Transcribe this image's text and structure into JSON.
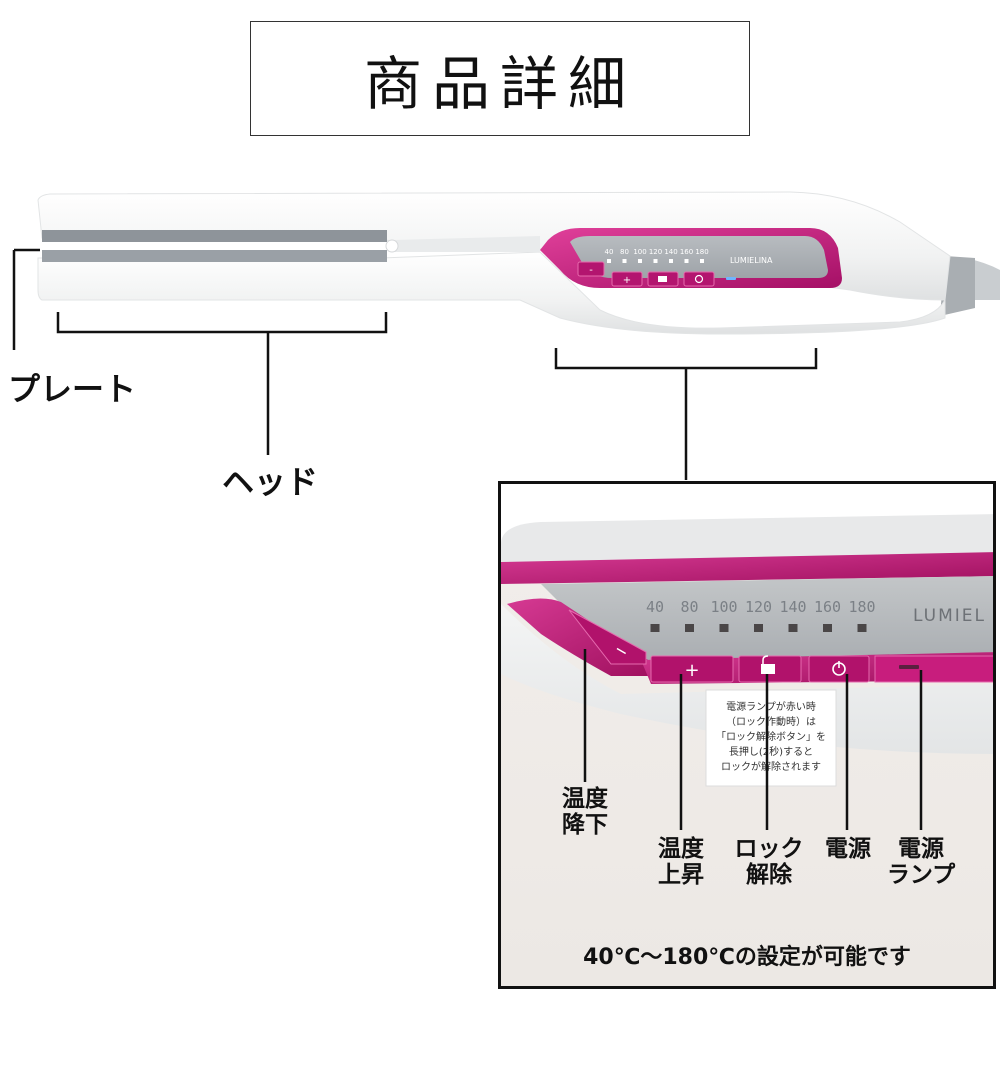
{
  "title": "商品詳細",
  "labels": {
    "plate": "プレート",
    "head": "ヘッド"
  },
  "device": {
    "brand": "LUMIELINA",
    "zoom_brand": "LUMIEL",
    "temperatures": [
      "40",
      "80",
      "100",
      "120",
      "140",
      "160",
      "180"
    ]
  },
  "zoom_sticker": [
    "電源ランプが赤い時",
    "（ロック作動時）は",
    "「ロック解除ボタン」を",
    "長押し(2秒)すると",
    "ロックが解除されます"
  ],
  "zoom_labels": {
    "temp_down": [
      "温度",
      "降下"
    ],
    "temp_up": [
      "温度",
      "上昇"
    ],
    "unlock": [
      "ロック",
      "解除"
    ],
    "power": "電源",
    "power_lamp": [
      "電源",
      "ランプ"
    ]
  },
  "caption": "40℃～180℃の設定が可能です",
  "colors": {
    "accent": "#c2187a",
    "body": "#f2f3f3",
    "plate": "#9aa0a6"
  }
}
